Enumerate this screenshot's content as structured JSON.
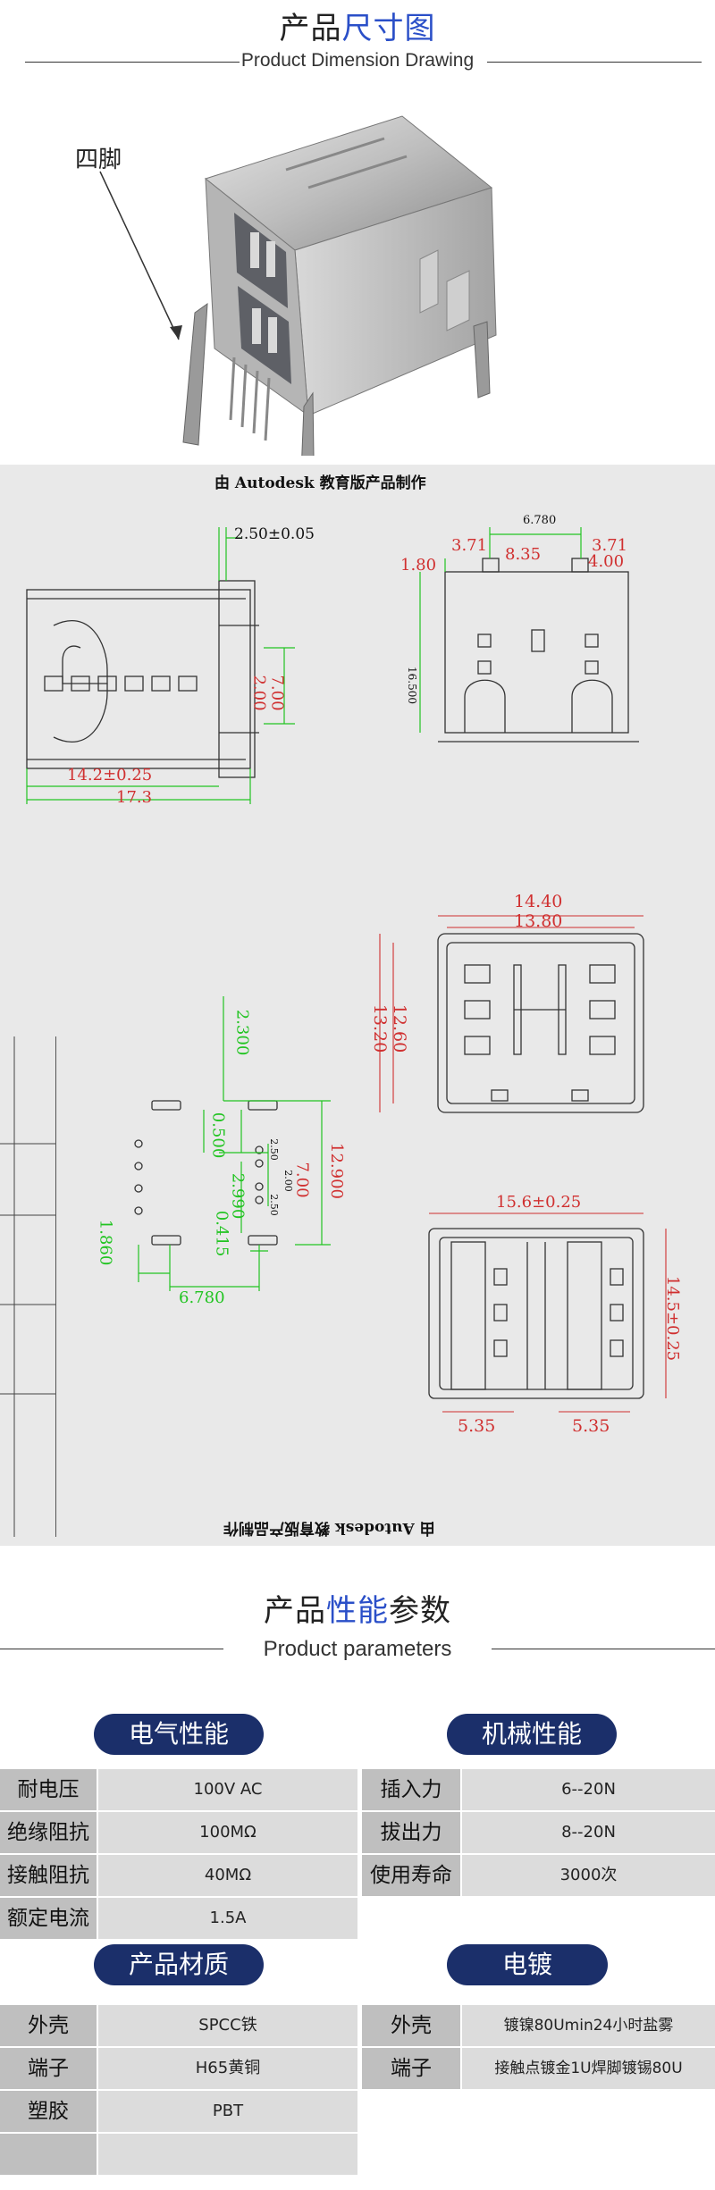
{
  "dimension_section": {
    "title_black": "产品",
    "title_blue": "尺寸图",
    "subtitle": "Product Dimension Drawing"
  },
  "photo": {
    "callout_label": "四脚"
  },
  "drawing": {
    "watermark_top": "由 Autodesk 教育版产品制作",
    "watermark_bottom": "由 Autodesk 教育版产品制作",
    "side_view": {
      "d_2_50": "2.50±0.05",
      "d_7_00": "7.00",
      "d_2_00": "2.00",
      "d_14_2": "14.2±0.25",
      "d_17_3": "17.3"
    },
    "front_view": {
      "d_6_780": "6.780",
      "d_3_71_left": "3.71",
      "d_3_71_right": "3.71",
      "d_8_35": "8.35",
      "d_4_00": "4.00",
      "d_1_80": "1.80",
      "d_16_500": "16.500"
    },
    "top_view": {
      "d_14_40": "14.40",
      "d_13_80": "13.80",
      "d_12_60": "12.60",
      "d_13_20": "13.20"
    },
    "pcb_view": {
      "d_2_300": "2.300",
      "d_0_500": "0.500",
      "d_2_990": "2.990",
      "d_12_900": "12.900",
      "d_7_00": "7.00",
      "d_2_50a": "2.50",
      "d_2_00": "2.00",
      "d_2_50b": "2.50",
      "d_0_415": "0.415",
      "d_1_860": "1.860",
      "d_6_780": "6.780"
    },
    "bottom_view": {
      "d_15_6": "15.6±0.25",
      "d_14_5": "14.5±0.25",
      "d_5_35_left": "5.35",
      "d_5_35_right": "5.35"
    }
  },
  "params_section": {
    "title_black1": "产品",
    "title_blue": "性能",
    "title_black2": "参数",
    "subtitle": "Product parameters"
  },
  "electrical": {
    "heading": "电气性能",
    "rows": [
      {
        "label": "耐电压",
        "value": "100V  AC"
      },
      {
        "label": "绝缘阻抗",
        "value": "100MΩ"
      },
      {
        "label": "接触阻抗",
        "value": "40MΩ"
      },
      {
        "label": "额定电流",
        "value": "1.5A"
      }
    ]
  },
  "mechanical": {
    "heading": "机械性能",
    "rows": [
      {
        "label": "插入力",
        "value": "6--20N"
      },
      {
        "label": "拔出力",
        "value": "8--20N"
      },
      {
        "label": "使用寿命",
        "value": "3000次"
      }
    ]
  },
  "material": {
    "heading": "产品材质",
    "rows": [
      {
        "label": "外壳",
        "value": "SPCC铁"
      },
      {
        "label": "端子",
        "value": "H65黄铜"
      },
      {
        "label": "塑胶",
        "value": "PBT"
      },
      {
        "label": "",
        "value": ""
      }
    ]
  },
  "plating": {
    "heading": "电镀",
    "rows": [
      {
        "label": "外壳",
        "value": "镀镍80Umin24小时盐雾"
      },
      {
        "label": "端子",
        "value": "接触点镀金1U焊脚镀锡80U"
      }
    ]
  },
  "colors": {
    "accent_blue": "#2a4fc8",
    "pill_navy": "#1b2f6a",
    "dim_red": "#d03030",
    "dim_green": "#22c422"
  }
}
